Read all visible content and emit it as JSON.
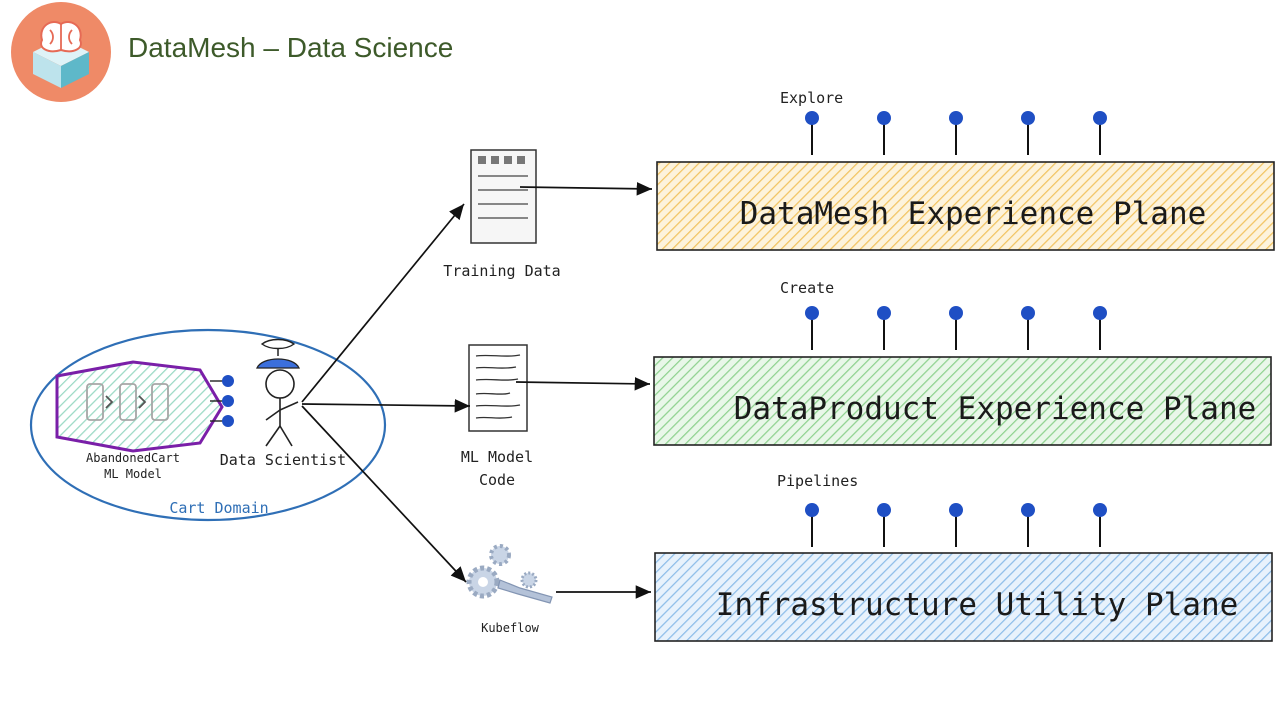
{
  "header": {
    "title": "DataMesh – Data Science",
    "logo_icon": "brain-cube-icon",
    "logo_color": "#ef8a67"
  },
  "planes": [
    {
      "label": "DataMesh Experience Plane",
      "pins_label": "Explore",
      "fill": "#f7d58a",
      "pin_count": 5
    },
    {
      "label": "DataProduct Experience Plane",
      "pins_label": "Create",
      "fill": "#9fdc9f",
      "pin_count": 5
    },
    {
      "label": "Infrastructure Utility Plane",
      "pins_label": "Pipelines",
      "fill": "#9cc8ef",
      "pin_count": 5
    }
  ],
  "artifacts": {
    "training": {
      "label": "Training Data",
      "icon": "document-icon"
    },
    "mlcode_line1": "ML Model",
    "mlcode_line2": "Code",
    "kubeflow": {
      "label": "Kubeflow",
      "icon": "gears-wrench-icon"
    }
  },
  "domain": {
    "label": "Cart Domain",
    "model_line1": "AbandonedCart",
    "model_line2": "ML Model",
    "actor": "Data Scientist"
  },
  "colors": {
    "pin": "#1f4fc4",
    "domain_border": "#2f6fb6",
    "model_border": "#7a1fa8"
  }
}
